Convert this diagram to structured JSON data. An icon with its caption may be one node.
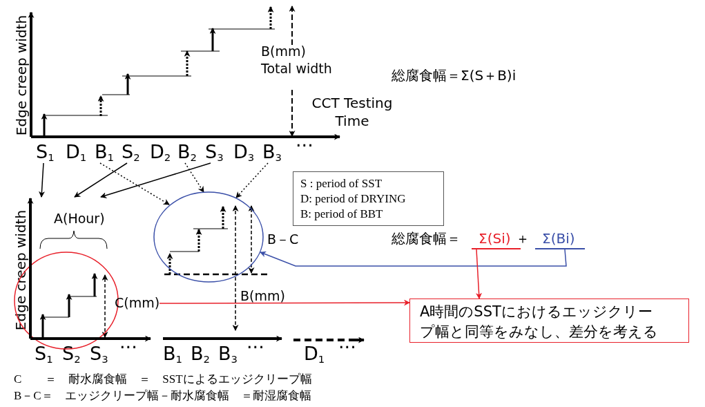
{
  "diagram": {
    "nodes": [
      {
        "text": [
          "S$_{1}$"
        ]
      },
      {
        "text": [
          "B$_{1}$"
        ]
      },
      {
        "text": [
          "S$_{2}$"
        ]
      },
      {
        "text": [
          "B$_{2}$"
        ]
      },
      {
        "text": [
          "S$_{3}$"
        ]
      },
      {
        "text": [
          "B$_{3}$"
        ]
      },
      {
        "text": [
          "S : period of  SST",
          "D: period of  DRYING",
          "B: period of  BBT"
        ]
      },
      {
        "text": [],
        "shape": "circle"
      },
      {
        "text": [
          "Σ(Si)"
        ]
      },
      {
        "text": [
          "Σ(Bi)"
        ]
      },
      {
        "text": [],
        "shape": "circle"
      },
      {
        "text": [
          "A時間のSSTにおけるエッジクリープ幅と同等をみなし、差分を考える"
        ]
      },
      {
        "text": [],
        "shape": "chart"
      },
      {
        "text": [
          "C(mm)"
        ]
      }
    ],
    "edges": [
      {
        "from": 0,
        "to": 12,
        "arrow": "to"
      },
      {
        "from": 2,
        "to": 12,
        "arrow": "to"
      },
      {
        "from": 4,
        "to": 12,
        "arrow": "to"
      },
      {
        "from": 1,
        "to": 7,
        "arrow": "to",
        "style": "dashed"
      },
      {
        "from": 3,
        "to": 7,
        "arrow": "to",
        "style": "dashed"
      },
      {
        "from": 5,
        "to": 7,
        "arrow": "to",
        "style": "dashed"
      },
      {
        "from": 9,
        "to": 7,
        "arrow": "to",
        "color": "#3a4fa8"
      },
      {
        "from": 8,
        "to": 11,
        "arrow": "to",
        "color": "#e8202a"
      },
      {
        "from": 13,
        "to": 11,
        "arrow": "to",
        "color": "#e8202a"
      }
    ],
    "labels": [
      "Edge creep width",
      "D$_{1}$",
      "D$_{2}$",
      "D$_{3}$",
      "···",
      "B(mm) Total width",
      "総腐食幅＝Σ(S＋B)i",
      "CCT Testing Time",
      "Edge creep width",
      "A(Hour)",
      "B－C",
      "総腐食幅＝",
      "＋",
      "B(mm)",
      "S$_{1}$",
      "S$_{2}$",
      "S$_{3}$",
      "···",
      "B$_{1}$",
      "B$_{2}$",
      "B$_{3}$",
      "···",
      "D$_{1}$",
      "···",
      "C　　＝　耐水腐食幅　＝　SSTによるエッジクリープ幅",
      "B－C＝　エッジクリープ幅－耐水腐食幅　＝耐湿腐食幅"
    ]
  }
}
